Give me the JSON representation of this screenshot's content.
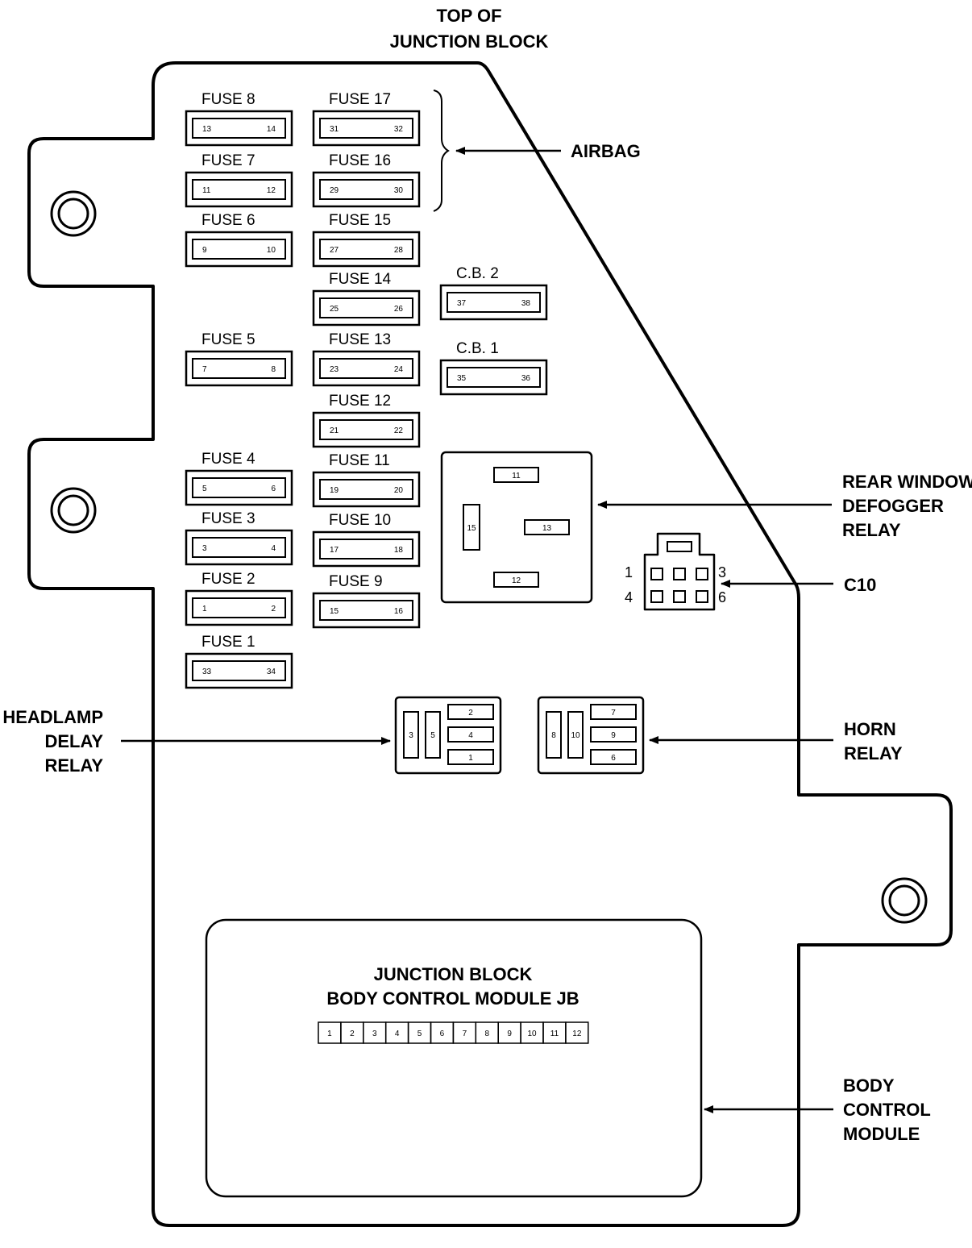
{
  "title": {
    "line1": "TOP OF",
    "line2": "JUNCTION BLOCK"
  },
  "fuses": [
    {
      "id": "fuse-8",
      "label": "FUSE 8",
      "pins": [
        "13",
        "14"
      ]
    },
    {
      "id": "fuse-7",
      "label": "FUSE 7",
      "pins": [
        "11",
        "12"
      ]
    },
    {
      "id": "fuse-6",
      "label": "FUSE 6",
      "pins": [
        "9",
        "10"
      ]
    },
    {
      "id": "fuse-5",
      "label": "FUSE 5",
      "pins": [
        "7",
        "8"
      ]
    },
    {
      "id": "fuse-4",
      "label": "FUSE 4",
      "pins": [
        "5",
        "6"
      ]
    },
    {
      "id": "fuse-3",
      "label": "FUSE 3",
      "pins": [
        "3",
        "4"
      ]
    },
    {
      "id": "fuse-2",
      "label": "FUSE 2",
      "pins": [
        "1",
        "2"
      ]
    },
    {
      "id": "fuse-1",
      "label": "FUSE 1",
      "pins": [
        "33",
        "34"
      ]
    },
    {
      "id": "fuse-17",
      "label": "FUSE 17",
      "pins": [
        "31",
        "32"
      ]
    },
    {
      "id": "fuse-16",
      "label": "FUSE 16",
      "pins": [
        "29",
        "30"
      ]
    },
    {
      "id": "fuse-15",
      "label": "FUSE 15",
      "pins": [
        "27",
        "28"
      ]
    },
    {
      "id": "fuse-14",
      "label": "FUSE 14",
      "pins": [
        "25",
        "26"
      ]
    },
    {
      "id": "fuse-13",
      "label": "FUSE 13",
      "pins": [
        "23",
        "24"
      ]
    },
    {
      "id": "fuse-12",
      "label": "FUSE 12",
      "pins": [
        "21",
        "22"
      ]
    },
    {
      "id": "fuse-11",
      "label": "FUSE 11",
      "pins": [
        "19",
        "20"
      ]
    },
    {
      "id": "fuse-10",
      "label": "FUSE 10",
      "pins": [
        "17",
        "18"
      ]
    },
    {
      "id": "fuse-9",
      "label": "FUSE 9",
      "pins": [
        "15",
        "16"
      ]
    },
    {
      "id": "cb-2",
      "label": "C.B. 2",
      "pins": [
        "37",
        "38"
      ]
    },
    {
      "id": "cb-1",
      "label": "C.B. 1",
      "pins": [
        "35",
        "36"
      ]
    }
  ],
  "defogger_relay": {
    "pins": [
      "11",
      "15",
      "13",
      "12"
    ],
    "label": [
      "REAR WINDOW",
      "DEFOGGER",
      "RELAY"
    ]
  },
  "connector_c10": {
    "label": "C10",
    "pins": [
      "1",
      "3",
      "4",
      "6"
    ]
  },
  "headlamp_relay": {
    "pins": [
      "3",
      "5",
      "2",
      "4",
      "1"
    ],
    "label": [
      "HEADLAMP",
      "DELAY",
      "RELAY"
    ]
  },
  "horn_relay": {
    "pins": [
      "8",
      "10",
      "7",
      "9",
      "6"
    ],
    "label": [
      "HORN",
      "RELAY"
    ]
  },
  "airbag_label": "AIRBAG",
  "bcm": {
    "title_line1": "JUNCTION BLOCK",
    "title_line2": "BODY CONTROL MODULE JB",
    "pins": [
      "1",
      "2",
      "3",
      "4",
      "5",
      "6",
      "7",
      "8",
      "9",
      "10",
      "11",
      "12"
    ],
    "label": [
      "BODY",
      "CONTROL",
      "MODULE"
    ]
  }
}
